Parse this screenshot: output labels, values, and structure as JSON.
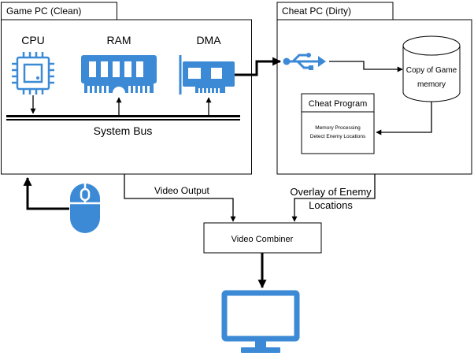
{
  "game_pc": {
    "tab_label": "Game PC (Clean)",
    "cpu_label": "CPU",
    "ram_label": "RAM",
    "dma_label": "DMA",
    "bus_label": "System Bus"
  },
  "cheat_pc": {
    "tab_label": "Cheat PC (Dirty)",
    "memory_copy_line1": "Copy of Game",
    "memory_copy_line2": "memory",
    "cheat_program_title": "Cheat Program",
    "cheat_program_line1": "Memory Processing",
    "cheat_program_line2": "Detect Enemy Locations"
  },
  "flows": {
    "video_output": "Video Output",
    "overlay_line1": "Overlay of Enemy",
    "overlay_line2": "Locations"
  },
  "combiner": {
    "label": "Video Combiner"
  },
  "colors": {
    "accent": "#3c8ad6",
    "line": "#000000"
  },
  "icons": [
    "cpu-icon",
    "ram-icon",
    "dma-card-icon",
    "usb-icon",
    "database-icon",
    "mouse-icon",
    "monitor-icon"
  ]
}
